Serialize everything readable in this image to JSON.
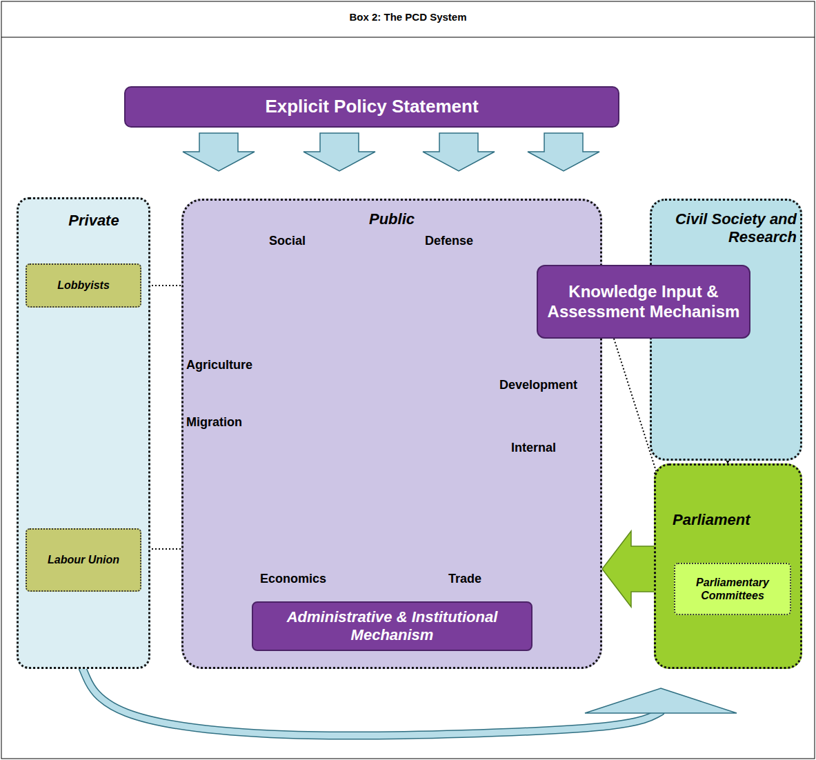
{
  "diagram": {
    "title": "Box 2: The PCD System",
    "nodes": [
      {
        "text": [
          "Explicit Policy Statement"
        ]
      },
      {
        "text": [
          "Private"
        ]
      },
      {
        "text": [
          "Lobbyists"
        ],
        "in": 1
      },
      {
        "text": [
          "Public"
        ]
      },
      {
        "text": [
          "Civil Society and Research"
        ]
      },
      {
        "text": [
          "Knowledge Input & Assessment Mechanism"
        ]
      },
      {
        "text": [
          "Labour Union"
        ],
        "in": 1
      },
      {
        "text": [
          "Administrative & Institutional Mechanism"
        ],
        "in": 3
      },
      {
        "text": [
          "Parliament"
        ]
      },
      {
        "text": [
          "Parliamentary Committees"
        ],
        "in": 8
      }
    ],
    "edges": [
      {
        "from": 0,
        "to": 3,
        "arrow": "to"
      },
      {
        "from": 0,
        "to": 3,
        "arrow": "to"
      },
      {
        "from": 0,
        "to": 3,
        "arrow": "to"
      },
      {
        "from": 0,
        "to": 3,
        "arrow": "to"
      },
      {
        "from": 2,
        "to": 3,
        "arrow": "to"
      },
      {
        "from": 5,
        "to": 8,
        "arrow": "to"
      },
      {
        "from": 4,
        "to": 8,
        "arrow": "to"
      },
      {
        "from": 6,
        "to": 3,
        "arrow": "to"
      },
      {
        "from": 8,
        "to": 3,
        "arrow": "to"
      },
      {
        "from": 1,
        "to": 8,
        "arrow": "to"
      }
    ],
    "labels": [
      "Social",
      "Defense",
      "Agriculture",
      "Development",
      "Migration",
      "Internal",
      "Economics",
      "Trade"
    ]
  }
}
